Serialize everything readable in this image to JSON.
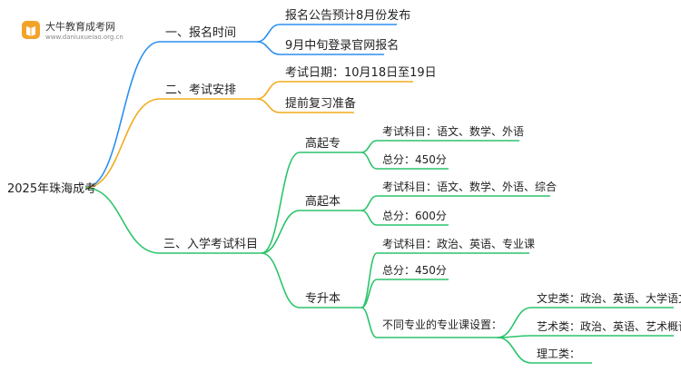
{
  "watermark": {
    "site_name": "大牛教育成考网",
    "site_url": "www.daniuxueiao.org.cn",
    "logo_color": "#f3a32a"
  },
  "colors": {
    "blue": "#2b8ff0",
    "orange": "#f2ab1c",
    "green": "#2bc46b"
  },
  "root": {
    "label": "2025年珠海成考"
  },
  "branches": [
    {
      "label": "一、报名时间",
      "items": [
        "报名公告预计8月份发布",
        "9月中旬登录官网报名"
      ]
    },
    {
      "label": "二、考试安排",
      "items": [
        "考试日期：10月18日至19日",
        "提前复习准备"
      ]
    },
    {
      "label": "三、入学考试科目",
      "groups": [
        {
          "label": "高起专",
          "items": [
            "考试科目：语文、数学、外语",
            "总分：450分"
          ]
        },
        {
          "label": "高起本",
          "items": [
            "考试科目：语文、数学、外语、综合",
            "总分：600分"
          ]
        },
        {
          "label": "专升本",
          "items": [
            "考试科目：政治、英语、专业课",
            "总分：450分"
          ],
          "sub": {
            "label": "不同专业的专业课设置：",
            "items": [
              "文史类：政治、英语、大学语文",
              "艺术类：政治、英语、艺术概论",
              "理工类："
            ]
          }
        }
      ]
    }
  ]
}
